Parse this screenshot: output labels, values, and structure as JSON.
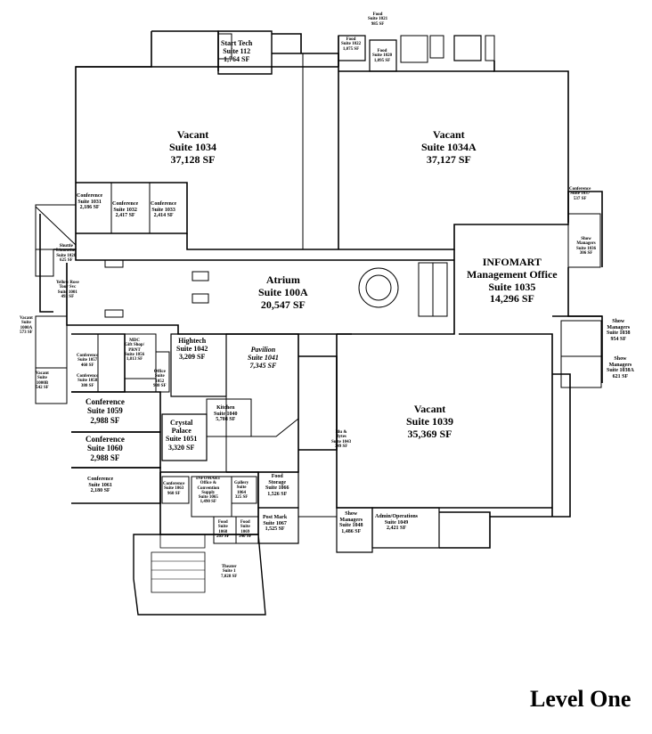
{
  "title": "Level One",
  "rooms": {
    "start_tech": [
      "Start Tech",
      "Suite 112",
      "1,764 SF"
    ],
    "food_1021": [
      "Food",
      "Suite 1021",
      "985 SF"
    ],
    "food_1022": [
      "Food",
      "Suite 1022",
      "1,075 SF"
    ],
    "food_1020": [
      "Food",
      "Suite 1020",
      "1,095 SF"
    ],
    "vacant_1034": [
      "Vacant",
      "Suite 1034",
      "37,128 SF"
    ],
    "vacant_1034a": [
      "Vacant",
      "Suite 1034A",
      "37,127 SF"
    ],
    "conf_1031": [
      "Conference",
      "Suite 1031",
      "2,186 SF"
    ],
    "conf_1032": [
      "Conference",
      "Suite 1032",
      "2,417 SF"
    ],
    "conf_1033": [
      "Conference",
      "Suite 1033",
      "2,414 SF"
    ],
    "conf_1037": [
      "Conference",
      "Suite 1037",
      "537 SF"
    ],
    "show_mgr_1036": [
      "Show",
      "Managers",
      "Suite 1036",
      "306 SF"
    ],
    "shuttle_limo": [
      "Shuttle",
      "Limousine",
      "Suite 1020",
      "625 SF"
    ],
    "yellow_rose": [
      "Yellow Rose",
      "Tour Svc",
      "Suite 1001",
      "493 SF"
    ],
    "atrium": [
      "Atrium",
      "Suite 100A",
      "20,547 SF"
    ],
    "infomart_mgmt": [
      "INFOMART",
      "Management Office",
      "Suite 1035",
      "14,296 SF"
    ],
    "vacant_1000a": [
      "Vacant",
      "Suite",
      "1000A",
      "573 SF"
    ],
    "vacant_1000b": [
      "Vacant",
      "Suite",
      "1000B",
      "542 SF"
    ],
    "conf_1057": [
      "Conference",
      "Suite 1057",
      "460 SF"
    ],
    "conf_1058": [
      "Conference",
      "Suite 1058",
      "380 SF"
    ],
    "mdc_gift": [
      "MDC",
      "Gift Shop/",
      "PRNT",
      "Suite 1056",
      "1,813 SF"
    ],
    "office_1052": [
      "Office",
      "Suite",
      "1052",
      "930 SF"
    ],
    "hightech": [
      "Hightech",
      "Suite 1042",
      "3,209 SF"
    ],
    "pavilion": [
      "Pavilion",
      "Suite 1041",
      "7,345 SF"
    ],
    "show_mgr_1038": [
      "Show",
      "Managers",
      "Suite 1038",
      "954 SF"
    ],
    "show_mgr_1038a": [
      "Show",
      "Managers",
      "Suite 1038A",
      "621 SF"
    ],
    "conf_1059": [
      "Conference",
      "Suite 1059",
      "2,988 SF"
    ],
    "kitchen": [
      "Kitchen",
      "Suite 1040",
      "5,708 SF"
    ],
    "crystal_palace": [
      "Crystal",
      "Palace",
      "Suite 1051",
      "3,320 SF"
    ],
    "vacant_1039": [
      "Vacant",
      "Suite 1039",
      "35,369 SF"
    ],
    "blu_bytes": [
      "Blu &",
      "Bytes",
      "Suite 1043",
      "349 SF"
    ],
    "conf_1060": [
      "Conference",
      "Suite 1060",
      "2,988 SF"
    ],
    "conf_1061": [
      "Conference",
      "Suite 1061",
      "2,180 SF"
    ],
    "conf_1063": [
      "Conference",
      "Suite 1063",
      "960 SF"
    ],
    "infomart_conv": [
      "INFOMART",
      "Office &",
      "Convention",
      "Supply",
      "Suite 1065",
      "1,490 SF"
    ],
    "gallery": [
      "Gallery",
      "Suite",
      "1064",
      "325 SF"
    ],
    "food_storage": [
      "Food",
      "Storage",
      "Suite 1066",
      "1,526 SF"
    ],
    "post_mark": [
      "Post Mark",
      "Suite 1067",
      "1,525 SF"
    ],
    "show_mgr_1048": [
      "Show",
      "Managers",
      "Suite 1048",
      "1,486 SF"
    ],
    "admin_ops": [
      "Admin/Operations",
      "Suite 1049",
      "2,421 SF"
    ],
    "food_1068": [
      "Food",
      "Suite",
      "1068",
      "269 SF"
    ],
    "food_1069": [
      "Food",
      "Suite",
      "1069",
      "340 SF"
    ],
    "theater": [
      "Theater",
      "Suite 1",
      "7,028 SF"
    ]
  }
}
